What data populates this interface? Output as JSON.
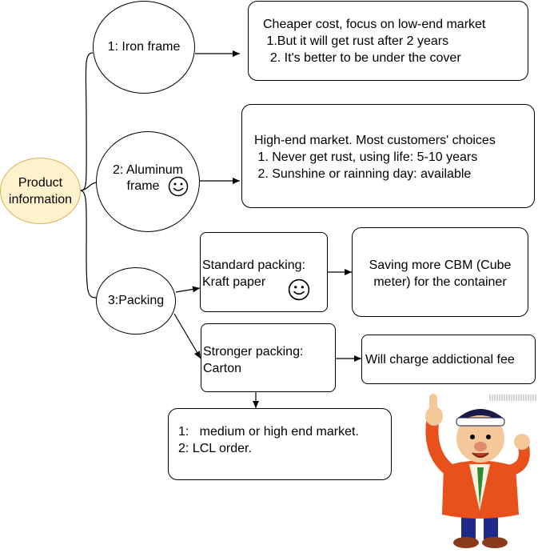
{
  "root": {
    "lines": [
      "Product",
      "information"
    ]
  },
  "nodes": {
    "iron": "1: Iron frame",
    "aluminum": [
      "2: Aluminum",
      "frame"
    ],
    "packing": "3:Packing"
  },
  "boxes": {
    "iron_desc": [
      "Cheaper cost, focus on low-end market",
      " 1.But it will get rust after 2 years",
      "  2. It's better to be under the cover"
    ],
    "alu_desc": [
      "High-end market. Most customers' choices",
      " 1. Never get rust, using life: 5-10 years",
      " 2. Sunshine or rainning day: available"
    ],
    "standard": [
      "Standard packing:",
      "Kraft paper"
    ],
    "standard_desc": [
      "Saving more CBM (Cube",
      "meter) for the container"
    ],
    "stronger": [
      "Stronger packing:",
      "Carton"
    ],
    "stronger_desc": [
      "Will charge addictional fee"
    ],
    "carton_desc": [
      "1:   medium or high end market.",
      "2: LCL order."
    ]
  },
  "colors": {
    "root_fill": "#fff2cc",
    "root_stroke": "#d6b656"
  },
  "icons": {
    "smiley": "smiley-face-icon",
    "mascot": "mascot-illustration"
  }
}
